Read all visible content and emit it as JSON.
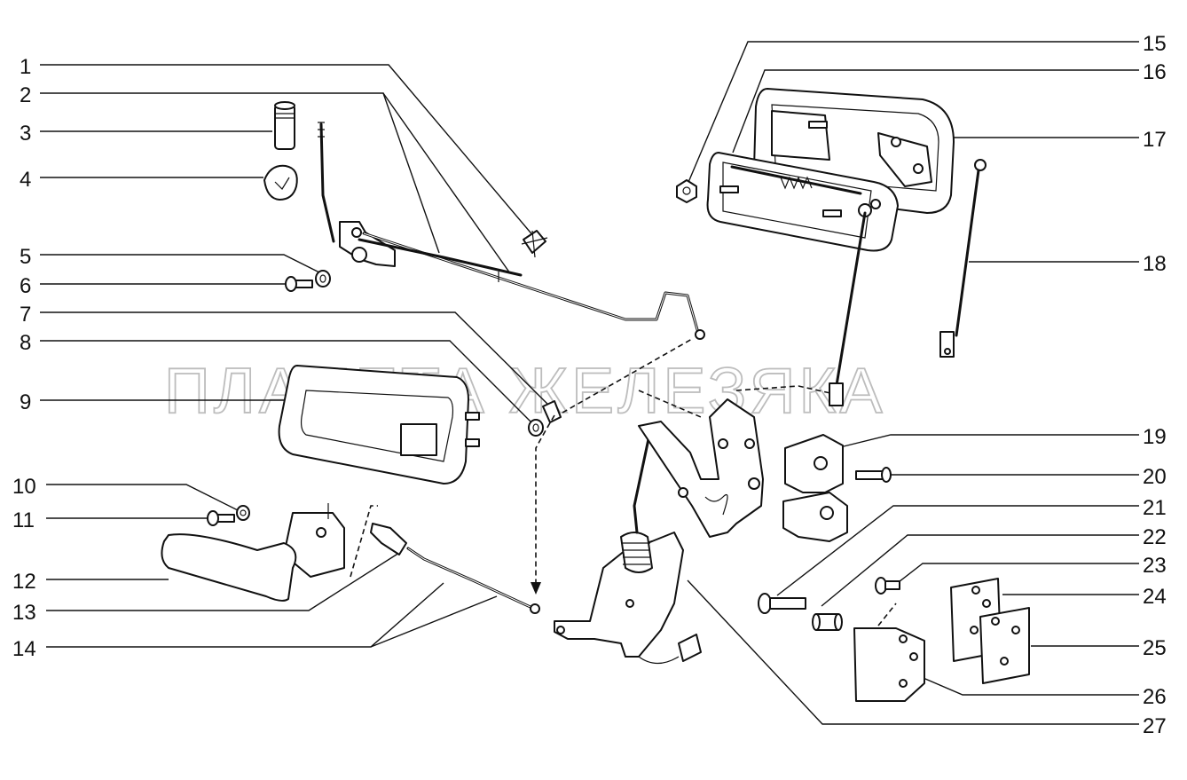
{
  "watermark": "ПЛАНЕТА ЖЕЛЕЗЯКА",
  "colors": {
    "ink": "#111111",
    "watermark": "#bdbdbd",
    "background": "#ffffff"
  },
  "callouts": {
    "c1": "1",
    "c2": "2",
    "c3": "3",
    "c4": "4",
    "c5": "5",
    "c6": "6",
    "c7": "7",
    "c8": "8",
    "c9": "9",
    "c10": "10",
    "c11": "11",
    "c12": "12",
    "c13": "13",
    "c14": "14",
    "c15": "15",
    "c16": "16",
    "c17": "17",
    "c18": "18",
    "c19": "19",
    "c20": "20",
    "c21": "21",
    "c22": "22",
    "c23": "23",
    "c24": "24",
    "c25": "25",
    "c26": "26",
    "c27": "27"
  }
}
